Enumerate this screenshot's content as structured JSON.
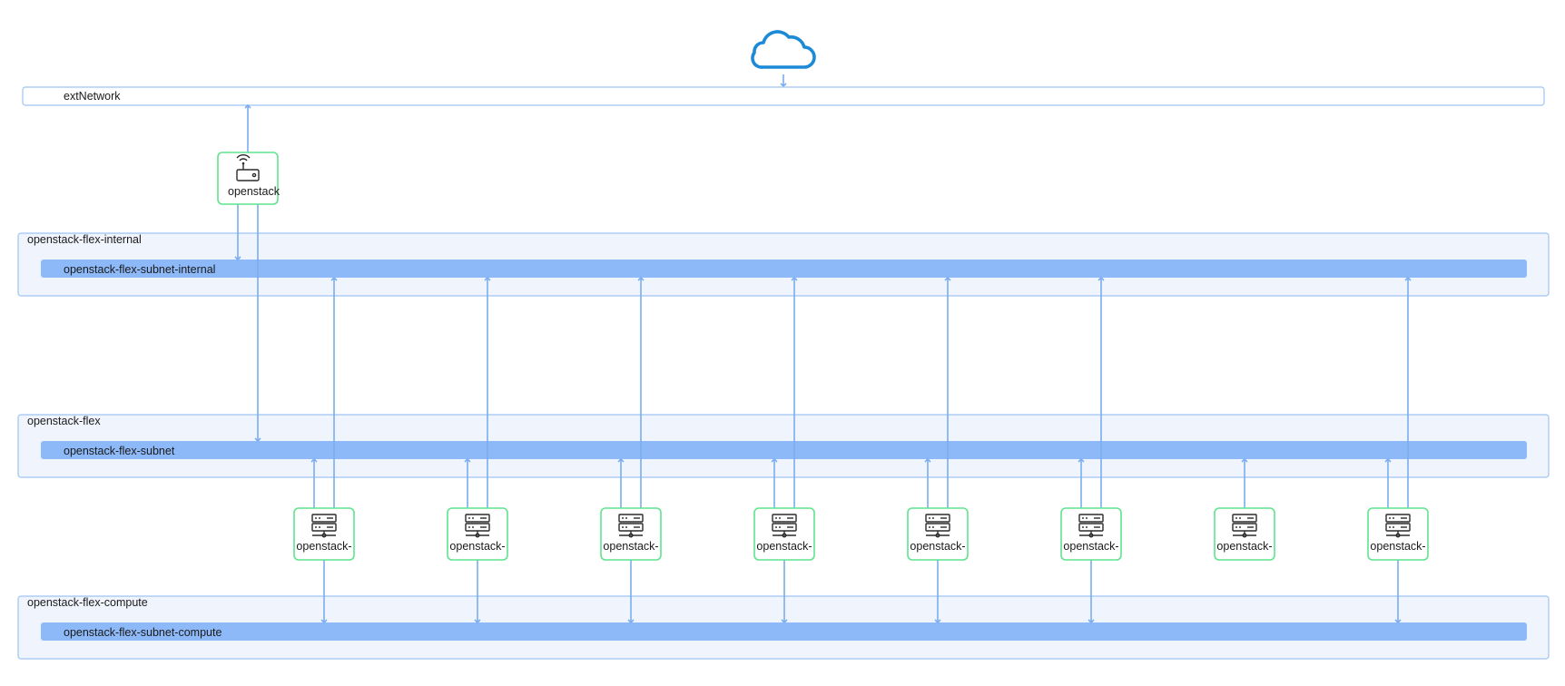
{
  "ext_network": {
    "label": "extNetwork",
    "icon": "cloud-icon"
  },
  "router": {
    "label": "openstack",
    "icon": "router-icon"
  },
  "networks": [
    {
      "id": "internal",
      "title": "openstack-flex-internal",
      "subnet": "openstack-flex-subnet-internal"
    },
    {
      "id": "flex",
      "title": "openstack-flex",
      "subnet": "openstack-flex-subnet"
    },
    {
      "id": "compute",
      "title": "openstack-flex-compute",
      "subnet": "openstack-flex-subnet-compute"
    }
  ],
  "servers": [
    {
      "label": "openstack-",
      "icon": "server-icon",
      "internal": true,
      "flex": true,
      "compute": true
    },
    {
      "label": "openstack-",
      "icon": "server-icon",
      "internal": true,
      "flex": true,
      "compute": true
    },
    {
      "label": "openstack-",
      "icon": "server-icon",
      "internal": true,
      "flex": true,
      "compute": true
    },
    {
      "label": "openstack-",
      "icon": "server-icon",
      "internal": true,
      "flex": true,
      "compute": true
    },
    {
      "label": "openstack-",
      "icon": "server-icon",
      "internal": true,
      "flex": true,
      "compute": true
    },
    {
      "label": "openstack-",
      "icon": "server-icon",
      "internal": true,
      "flex": true,
      "compute": true
    },
    {
      "label": "openstack-",
      "icon": "server-icon",
      "internal": false,
      "flex": true,
      "compute": false
    },
    {
      "label": "openstack-",
      "icon": "server-icon",
      "internal": true,
      "flex": true,
      "compute": true
    }
  ],
  "colors": {
    "link": "#7aaeee",
    "subnet_bar": "#8db9f8",
    "node_border": "#5fe38e",
    "cloud": "#1c8ad6"
  }
}
